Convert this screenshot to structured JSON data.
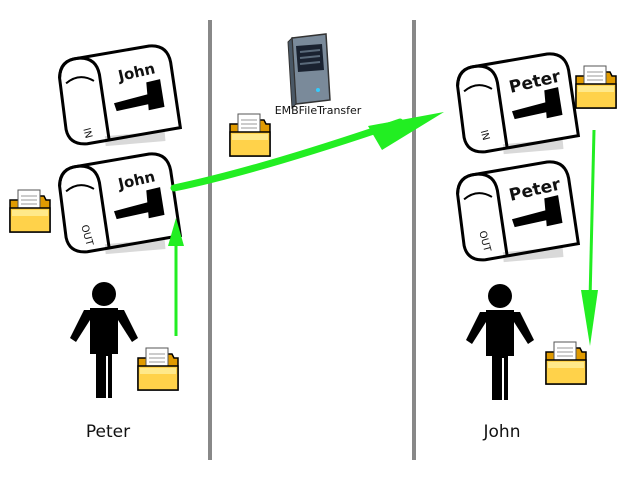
{
  "server": {
    "label": "EMBFileTransfer",
    "icon": "server-icon"
  },
  "left": {
    "inbox": {
      "owner": "John",
      "tag": "IN",
      "icon": "mailbox-icon"
    },
    "outbox": {
      "owner": "John",
      "tag": "OUT",
      "icon": "mailbox-icon"
    },
    "person": {
      "name": "Peter",
      "icon": "person-icon"
    }
  },
  "right": {
    "inbox": {
      "owner": "Peter",
      "tag": "IN",
      "icon": "mailbox-icon"
    },
    "outbox": {
      "owner": "Peter",
      "tag": "OUT",
      "icon": "mailbox-icon"
    },
    "person": {
      "name": "John",
      "icon": "person-icon"
    }
  },
  "colors": {
    "arrow": "#22ee22",
    "separator": "#888888",
    "folder": "#f5b800",
    "ink": "#000000"
  }
}
